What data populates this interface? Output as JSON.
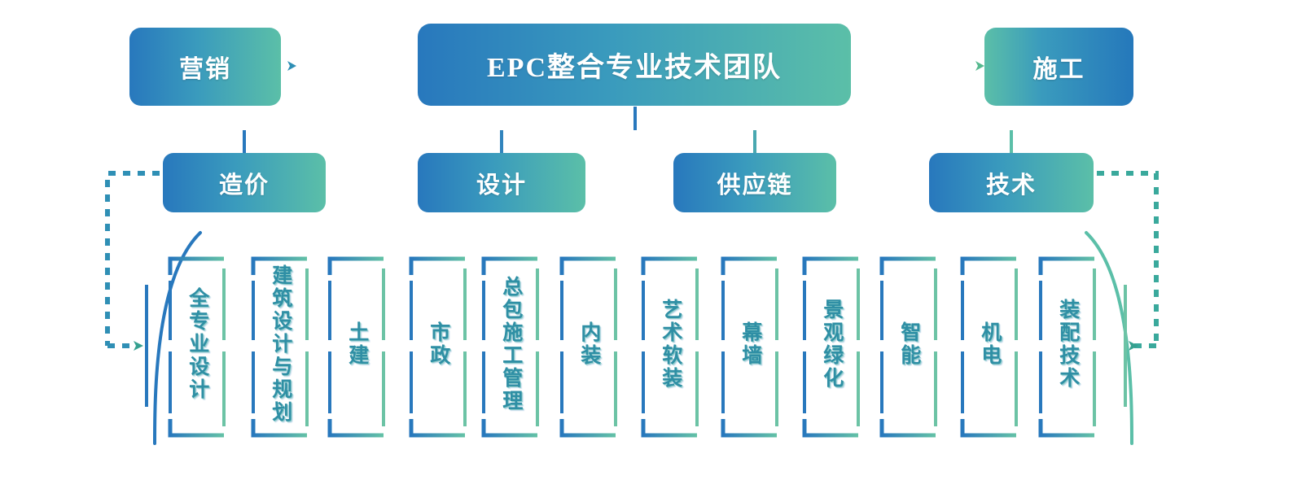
{
  "diagram": {
    "title": "EPC整合专业技术团队",
    "type": "organization-chart",
    "root": {
      "label": "EPC整合专业技术团队"
    },
    "side_nodes": [
      {
        "id": "marketing",
        "label": "营销",
        "side": "left",
        "arrow": "left-arrow-dashed"
      },
      {
        "id": "construction",
        "label": "施工",
        "side": "right",
        "arrow": "right-arrow-dashed"
      }
    ],
    "level2": [
      {
        "id": "cost",
        "label": "造价"
      },
      {
        "id": "design",
        "label": "设计"
      },
      {
        "id": "supplychain",
        "label": "供应链"
      },
      {
        "id": "technology",
        "label": "技术"
      }
    ],
    "leaves": [
      {
        "id": "full-discipline-design",
        "label": "全专业设计"
      },
      {
        "id": "arch-design-planning",
        "label": "建筑设计与规划"
      },
      {
        "id": "civil-works",
        "label": "土建"
      },
      {
        "id": "municipal",
        "label": "市政"
      },
      {
        "id": "general-contract-mgmt",
        "label": "总包施工管理"
      },
      {
        "id": "interior-fitout",
        "label": "内装"
      },
      {
        "id": "art-soft-decoration",
        "label": "艺术软装"
      },
      {
        "id": "curtain-wall",
        "label": "幕墙"
      },
      {
        "id": "landscape-greening",
        "label": "景观绿化"
      },
      {
        "id": "intelligent-systems",
        "label": "智能"
      },
      {
        "id": "mep",
        "label": "机电"
      },
      {
        "id": "prefab-technology",
        "label": "装配技术"
      }
    ],
    "colors": {
      "blue": "#2878bd",
      "mid": "#3a9bbd",
      "teal": "#5bbfa8",
      "text_on_box": "#ffffff",
      "leaf_text": "#2f8fa5",
      "background": "#ffffff"
    }
  }
}
